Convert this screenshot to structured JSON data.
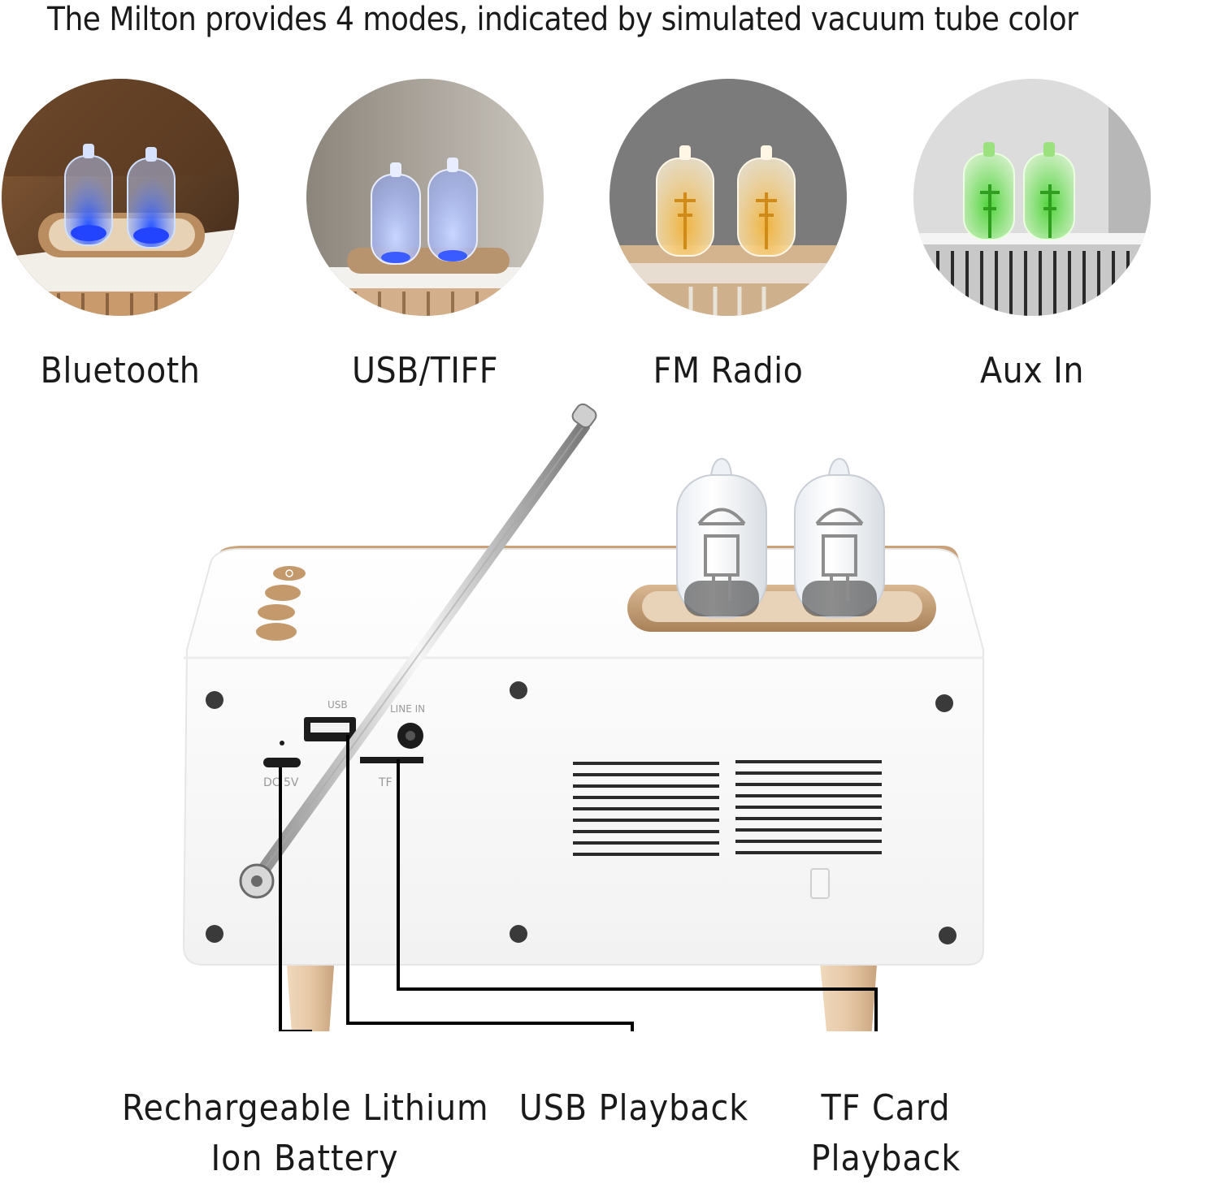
{
  "headline": "The Milton provides 4 modes, indicated by simulated vacuum tube color",
  "modes": [
    {
      "label": "Bluetooth",
      "tube_color": "#4f7cff",
      "bg_color": "#6b4a2e"
    },
    {
      "label": "USB/TIFF",
      "tube_color": "#8fa8ff",
      "bg_color": "#a9a49c"
    },
    {
      "label": "FM Radio",
      "tube_color": "#e0a83a",
      "bg_color": "#7d7d7d"
    },
    {
      "label": "Aux In",
      "tube_color": "#5fd24a",
      "bg_color": "#d9d9d9"
    }
  ],
  "device": {
    "port_labels": {
      "usb": "USB",
      "line_in": "LINE IN",
      "dc": "DC 5V",
      "tf": "TF"
    }
  },
  "callouts": {
    "battery": [
      "Rechargeable Lithium",
      "Ion Battery"
    ],
    "usb": [
      "USB Playback"
    ],
    "tf": [
      "TF Card",
      "Playback"
    ]
  },
  "colors": {
    "gold": "#c9a27a",
    "body": "#ffffff",
    "leader_line": "#000000"
  }
}
